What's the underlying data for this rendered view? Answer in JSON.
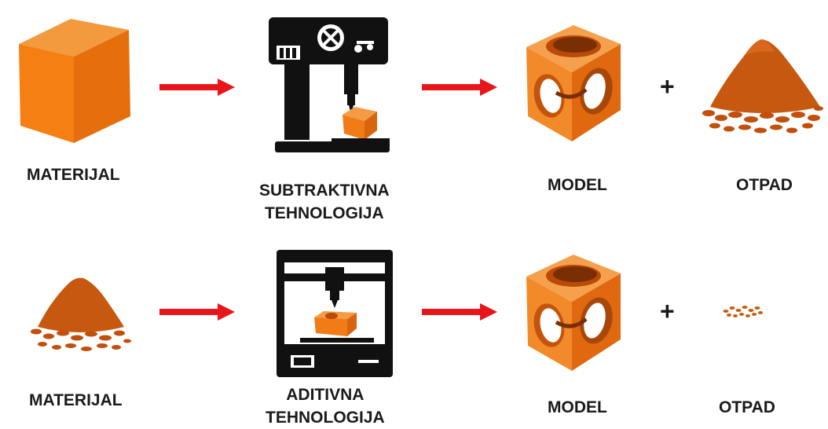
{
  "colors": {
    "orange": "#f07b17",
    "orange_dark": "#c9560a",
    "powder": "#c95a12",
    "arrow": "#e8151b",
    "machine": "#111111"
  },
  "row_subtractive": {
    "material_label": "MATERIJAL",
    "technology_label_line1": "SUBTRAKTIVNA",
    "technology_label_line2": "TEHNOLOGIJA",
    "model_label": "MODEL",
    "plus": "+",
    "waste_label": "OTPAD"
  },
  "row_additive": {
    "material_label": "MATERIJAL",
    "technology_label_line1": "ADITIVNA",
    "technology_label_line2": "TEHNOLOGIJA",
    "model_label": "MODEL",
    "plus": "+",
    "waste_label": "OTPAD"
  },
  "icons": {
    "solid_block": "orange-cube-icon",
    "drill_press": "drill-press-icon",
    "printer": "3d-printer-icon",
    "model": "hollow-cube-model-icon",
    "powder_large": "powder-heap-icon",
    "powder_small": "small-powder-heap-icon",
    "arrow": "right-arrow-icon"
  }
}
